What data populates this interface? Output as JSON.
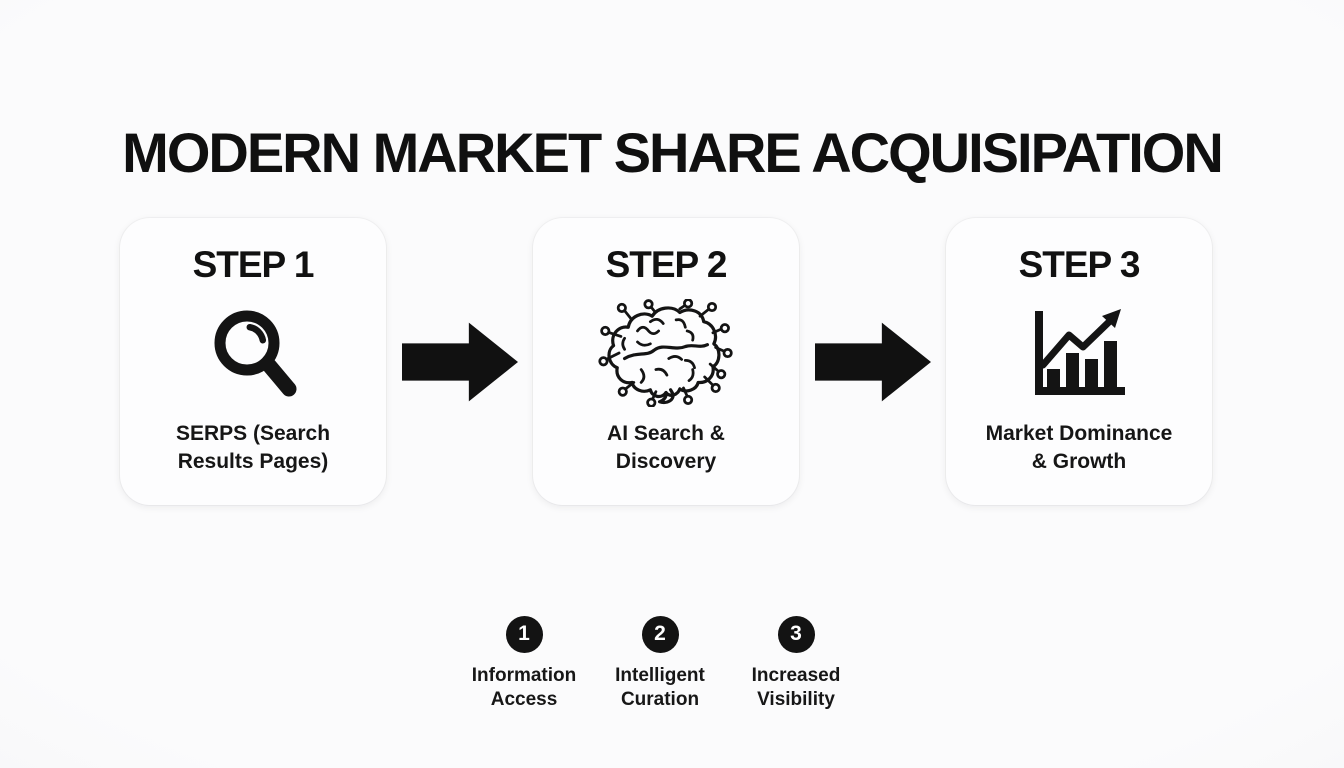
{
  "title": "MODERN MARKET SHARE ACQUISIPATION",
  "steps": [
    {
      "heading": "STEP 1",
      "icon": "magnifier-icon",
      "label": "SERPS (Search\nResults Pages)"
    },
    {
      "heading": "STEP 2",
      "icon": "circuit-brain-icon",
      "label": "AI Search &\nDiscovery"
    },
    {
      "heading": "STEP 3",
      "icon": "growth-chart-icon",
      "label": "Market Dominance\n& Growth"
    }
  ],
  "legend": [
    {
      "number": "1",
      "label": "Information\nAccess"
    },
    {
      "number": "2",
      "label": "Intelligent\nCuration"
    },
    {
      "number": "3",
      "label": "Increased\nVisibility"
    }
  ],
  "colors": {
    "ink": "#141414",
    "card": "#fdfdfe",
    "background": "#f5f5f7",
    "badge": "#131313",
    "badge_text": "#ffffff"
  }
}
